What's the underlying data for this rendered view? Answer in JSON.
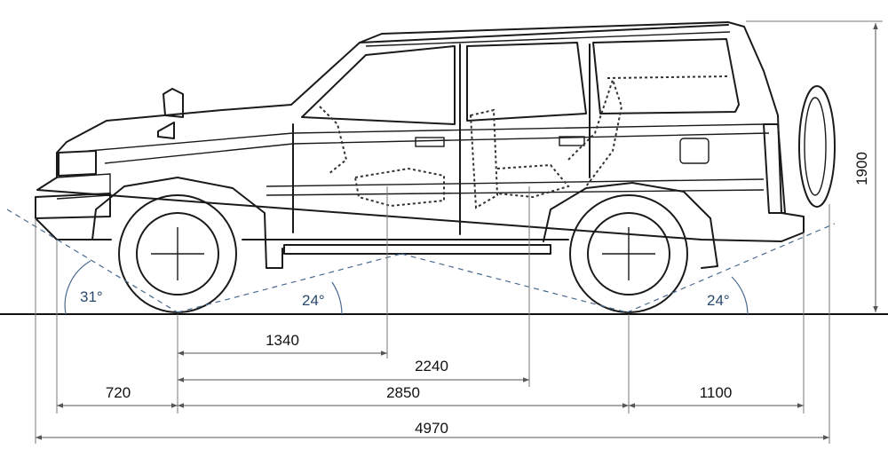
{
  "dimensions": {
    "front_axle_to_seat": "1340",
    "front_axle_to_rear_seat": "2240",
    "front_overhang": "720",
    "wheelbase": "2850",
    "rear_overhang": "1100",
    "overall_length": "4970",
    "height": "1900"
  },
  "angles": {
    "approach": "31°",
    "ramp_breakover": "24°",
    "departure": "24°"
  },
  "colors": {
    "line": "#1a1a1a",
    "angle_accent": "#4a6a90",
    "dimension": "#555555"
  }
}
